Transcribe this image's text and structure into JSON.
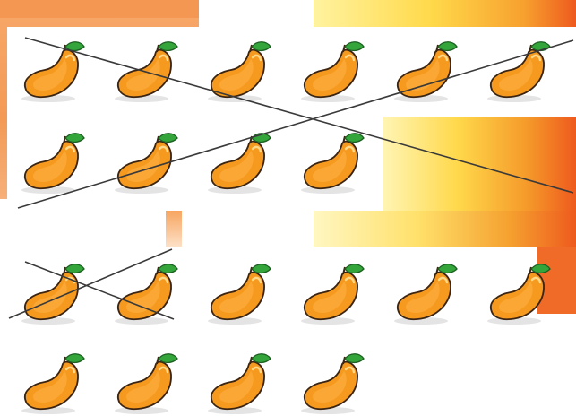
{
  "colors": {
    "background": "#ffffff",
    "orange_light": "#f7a25a",
    "orange_deep": "#ee5a1e",
    "yellow": "#ffd84a",
    "mango_body": "#f59a1f",
    "mango_highlight": "#ffcd64",
    "mango_outline": "#3b2412",
    "leaf": "#33a53a",
    "cross_line": "#3a3a3a"
  },
  "icons": {
    "fruit": "mango-icon",
    "mark": "cross-out-line"
  },
  "groups": [
    {
      "name": "top-group",
      "rows": [
        6,
        4
      ],
      "crossed_out": 10
    },
    {
      "name": "bottom-group",
      "rows": [
        6,
        4
      ],
      "crossed_out": 2
    }
  ]
}
